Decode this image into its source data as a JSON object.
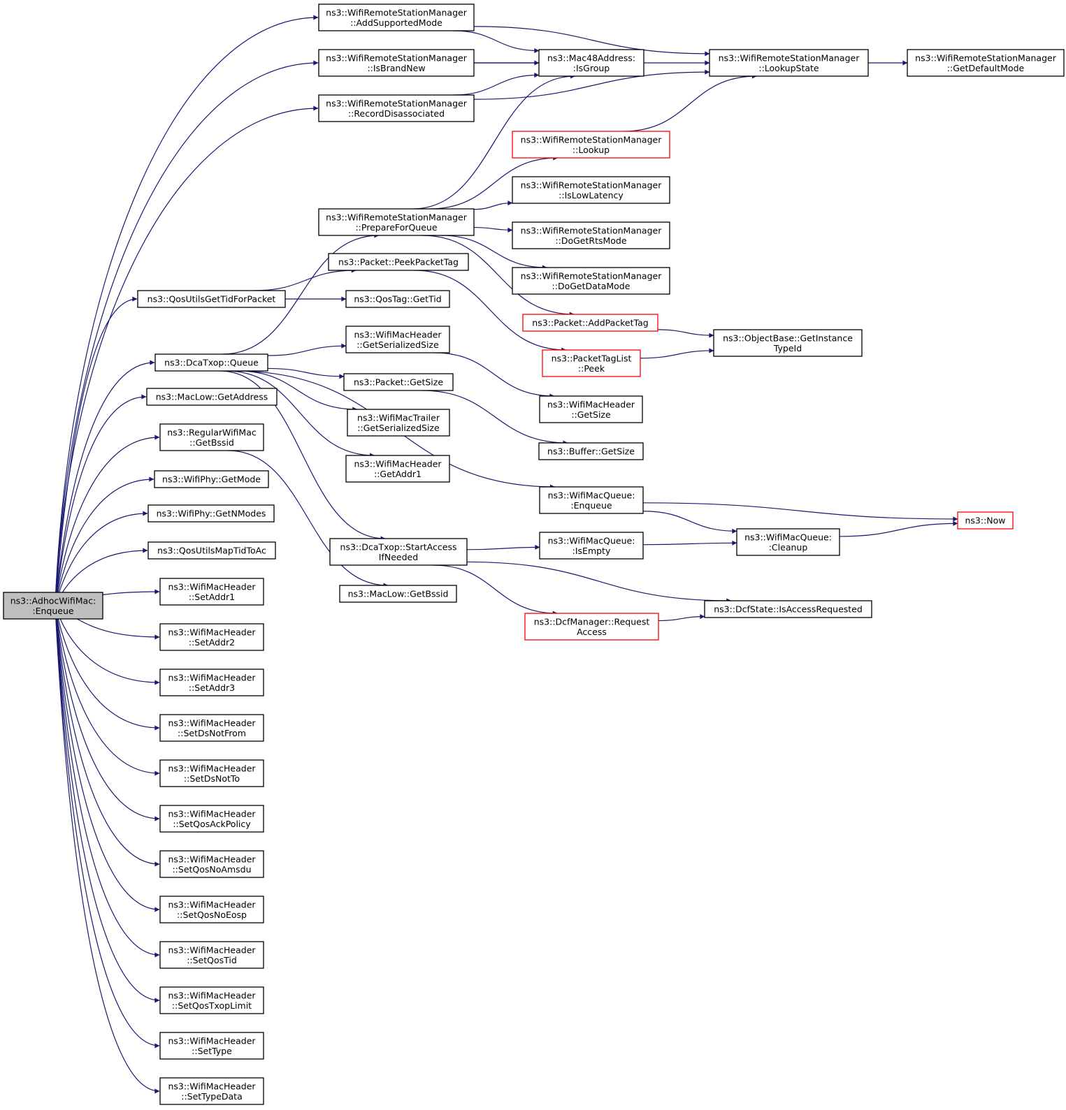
{
  "graph": {
    "root": "enqueue-root",
    "colors": {
      "edge": "#191970",
      "root_fill": "#bfbfbf",
      "node_border": "#000000",
      "truncated_border": "#ff0000",
      "background": "#ffffff"
    },
    "nodes": [
      {
        "id": "enqueue-root",
        "lines": [
          "ns3::AdhocWifiMac:",
          ":Enqueue"
        ],
        "root": true
      },
      {
        "id": "add-supported-mode",
        "lines": [
          "ns3::WifiRemoteStationManager",
          "::AddSupportedMode"
        ]
      },
      {
        "id": "is-brand-new",
        "lines": [
          "ns3::WifiRemoteStationManager",
          "::IsBrandNew"
        ]
      },
      {
        "id": "record-disassociated",
        "lines": [
          "ns3::WifiRemoteStationManager",
          "::RecordDisassociated"
        ]
      },
      {
        "id": "mac48-is-group",
        "lines": [
          "ns3::Mac48Address:",
          ":IsGroup"
        ]
      },
      {
        "id": "lookup-state",
        "lines": [
          "ns3::WifiRemoteStationManager",
          "::LookupState"
        ]
      },
      {
        "id": "get-default-mode",
        "lines": [
          "ns3::WifiRemoteStationManager",
          "::GetDefaultMode"
        ]
      },
      {
        "id": "lookup",
        "lines": [
          "ns3::WifiRemoteStationManager",
          "::Lookup"
        ],
        "truncated": true
      },
      {
        "id": "is-low-latency",
        "lines": [
          "ns3::WifiRemoteStationManager",
          "::IsLowLatency"
        ]
      },
      {
        "id": "prepare-for-queue",
        "lines": [
          "ns3::WifiRemoteStationManager",
          "::PrepareForQueue"
        ]
      },
      {
        "id": "do-get-rts-mode",
        "lines": [
          "ns3::WifiRemoteStationManager",
          "::DoGetRtsMode"
        ]
      },
      {
        "id": "do-get-data-mode",
        "lines": [
          "ns3::WifiRemoteStationManager",
          "::DoGetDataMode"
        ]
      },
      {
        "id": "peek-packet-tag",
        "lines": [
          "ns3::Packet::PeekPacketTag"
        ]
      },
      {
        "id": "qos-utils-get-tid",
        "lines": [
          "ns3::QosUtilsGetTidForPacket"
        ]
      },
      {
        "id": "qos-tag-get-tid",
        "lines": [
          "ns3::QosTag::GetTid"
        ]
      },
      {
        "id": "add-packet-tag",
        "lines": [
          "ns3::Packet::AddPacketTag"
        ],
        "truncated": true
      },
      {
        "id": "get-instance-typeid",
        "lines": [
          "ns3::ObjectBase::GetInstance",
          "TypeId"
        ]
      },
      {
        "id": "mac-header-get-serialized-size",
        "lines": [
          "ns3::WifiMacHeader",
          "::GetSerializedSize"
        ]
      },
      {
        "id": "dca-txop-queue",
        "lines": [
          "ns3::DcaTxop::Queue"
        ]
      },
      {
        "id": "packet-tag-list-peek",
        "lines": [
          "ns3::PacketTagList",
          "::Peek"
        ],
        "truncated": true
      },
      {
        "id": "packet-get-size",
        "lines": [
          "ns3::Packet::GetSize"
        ]
      },
      {
        "id": "mac-low-get-address",
        "lines": [
          "ns3::MacLow::GetAddress"
        ]
      },
      {
        "id": "mac-header-get-size",
        "lines": [
          "ns3::WifiMacHeader",
          "::GetSize"
        ]
      },
      {
        "id": "mac-trailer-get-serialized-size",
        "lines": [
          "ns3::WifiMacTrailer",
          "::GetSerializedSize"
        ]
      },
      {
        "id": "regular-wifi-mac-get-bssid",
        "lines": [
          "ns3::RegularWifiMac",
          "::GetBssid"
        ]
      },
      {
        "id": "buffer-get-size",
        "lines": [
          "ns3::Buffer::GetSize"
        ]
      },
      {
        "id": "mac-header-get-addr1",
        "lines": [
          "ns3::WifiMacHeader",
          "::GetAddr1"
        ]
      },
      {
        "id": "wifi-phy-get-mode",
        "lines": [
          "ns3::WifiPhy::GetMode"
        ]
      },
      {
        "id": "mac-queue-enqueue",
        "lines": [
          "ns3::WifiMacQueue:",
          ":Enqueue"
        ]
      },
      {
        "id": "wifi-phy-get-n-modes",
        "lines": [
          "ns3::WifiPhy::GetNModes"
        ]
      },
      {
        "id": "now",
        "lines": [
          "ns3::Now"
        ],
        "truncated": true
      },
      {
        "id": "mac-queue-cleanup",
        "lines": [
          "ns3::WifiMacQueue:",
          ":Cleanup"
        ]
      },
      {
        "id": "start-access-if-needed",
        "lines": [
          "ns3::DcaTxop::StartAccess",
          "IfNeeded"
        ]
      },
      {
        "id": "mac-queue-is-empty",
        "lines": [
          "ns3::WifiMacQueue:",
          ":IsEmpty"
        ]
      },
      {
        "id": "qos-utils-map-tid-to-ac",
        "lines": [
          "ns3::QosUtilsMapTidToAc"
        ]
      },
      {
        "id": "mac-header-set-addr1",
        "lines": [
          "ns3::WifiMacHeader",
          "::SetAddr1"
        ]
      },
      {
        "id": "mac-low-get-bssid",
        "lines": [
          "ns3::MacLow::GetBssid"
        ]
      },
      {
        "id": "is-access-requested",
        "lines": [
          "ns3::DcfState::IsAccessRequested"
        ]
      },
      {
        "id": "dcf-manager-request-access",
        "lines": [
          "ns3::DcfManager::Request",
          "Access"
        ],
        "truncated": true
      },
      {
        "id": "mac-header-set-addr2",
        "lines": [
          "ns3::WifiMacHeader",
          "::SetAddr2"
        ]
      },
      {
        "id": "mac-header-set-addr3",
        "lines": [
          "ns3::WifiMacHeader",
          "::SetAddr3"
        ]
      },
      {
        "id": "mac-header-set-ds-not-from",
        "lines": [
          "ns3::WifiMacHeader",
          "::SetDsNotFrom"
        ]
      },
      {
        "id": "mac-header-set-ds-not-to",
        "lines": [
          "ns3::WifiMacHeader",
          "::SetDsNotTo"
        ]
      },
      {
        "id": "mac-header-set-qos-ack-policy",
        "lines": [
          "ns3::WifiMacHeader",
          "::SetQosAckPolicy"
        ]
      },
      {
        "id": "mac-header-set-qos-no-amsdu",
        "lines": [
          "ns3::WifiMacHeader",
          "::SetQosNoAmsdu"
        ]
      },
      {
        "id": "mac-header-set-qos-no-eosp",
        "lines": [
          "ns3::WifiMacHeader",
          "::SetQosNoEosp"
        ]
      },
      {
        "id": "mac-header-set-qos-tid",
        "lines": [
          "ns3::WifiMacHeader",
          "::SetQosTid"
        ]
      },
      {
        "id": "mac-header-set-qos-txop-limit",
        "lines": [
          "ns3::WifiMacHeader",
          "::SetQosTxopLimit"
        ]
      },
      {
        "id": "mac-header-set-type",
        "lines": [
          "ns3::WifiMacHeader",
          "::SetType"
        ]
      },
      {
        "id": "mac-header-set-type-data",
        "lines": [
          "ns3::WifiMacHeader",
          "::SetTypeData"
        ]
      }
    ],
    "edges": [
      [
        "enqueue-root",
        "add-supported-mode"
      ],
      [
        "enqueue-root",
        "is-brand-new"
      ],
      [
        "enqueue-root",
        "record-disassociated"
      ],
      [
        "enqueue-root",
        "qos-utils-get-tid"
      ],
      [
        "enqueue-root",
        "dca-txop-queue"
      ],
      [
        "enqueue-root",
        "mac-low-get-address"
      ],
      [
        "enqueue-root",
        "regular-wifi-mac-get-bssid"
      ],
      [
        "enqueue-root",
        "wifi-phy-get-mode"
      ],
      [
        "enqueue-root",
        "wifi-phy-get-n-modes"
      ],
      [
        "enqueue-root",
        "qos-utils-map-tid-to-ac"
      ],
      [
        "enqueue-root",
        "mac-header-set-addr1"
      ],
      [
        "enqueue-root",
        "mac-header-set-addr2"
      ],
      [
        "enqueue-root",
        "mac-header-set-addr3"
      ],
      [
        "enqueue-root",
        "mac-header-set-ds-not-from"
      ],
      [
        "enqueue-root",
        "mac-header-set-ds-not-to"
      ],
      [
        "enqueue-root",
        "mac-header-set-qos-ack-policy"
      ],
      [
        "enqueue-root",
        "mac-header-set-qos-no-amsdu"
      ],
      [
        "enqueue-root",
        "mac-header-set-qos-no-eosp"
      ],
      [
        "enqueue-root",
        "mac-header-set-qos-tid"
      ],
      [
        "enqueue-root",
        "mac-header-set-qos-txop-limit"
      ],
      [
        "enqueue-root",
        "mac-header-set-type"
      ],
      [
        "enqueue-root",
        "mac-header-set-type-data"
      ],
      [
        "add-supported-mode",
        "mac48-is-group"
      ],
      [
        "add-supported-mode",
        "lookup-state"
      ],
      [
        "is-brand-new",
        "mac48-is-group"
      ],
      [
        "is-brand-new",
        "lookup-state"
      ],
      [
        "record-disassociated",
        "mac48-is-group"
      ],
      [
        "record-disassociated",
        "lookup-state"
      ],
      [
        "lookup-state",
        "get-default-mode"
      ],
      [
        "lookup",
        "lookup-state"
      ],
      [
        "prepare-for-queue",
        "mac48-is-group"
      ],
      [
        "prepare-for-queue",
        "lookup"
      ],
      [
        "prepare-for-queue",
        "is-low-latency"
      ],
      [
        "prepare-for-queue",
        "do-get-rts-mode"
      ],
      [
        "prepare-for-queue",
        "do-get-data-mode"
      ],
      [
        "prepare-for-queue",
        "add-packet-tag"
      ],
      [
        "qos-utils-get-tid",
        "peek-packet-tag"
      ],
      [
        "qos-utils-get-tid",
        "qos-tag-get-tid"
      ],
      [
        "peek-packet-tag",
        "packet-tag-list-peek"
      ],
      [
        "add-packet-tag",
        "get-instance-typeid"
      ],
      [
        "packet-tag-list-peek",
        "get-instance-typeid"
      ],
      [
        "dca-txop-queue",
        "prepare-for-queue"
      ],
      [
        "dca-txop-queue",
        "mac-header-get-serialized-size"
      ],
      [
        "dca-txop-queue",
        "packet-get-size"
      ],
      [
        "dca-txop-queue",
        "mac-trailer-get-serialized-size"
      ],
      [
        "dca-txop-queue",
        "mac-header-get-addr1"
      ],
      [
        "dca-txop-queue",
        "mac-queue-enqueue"
      ],
      [
        "dca-txop-queue",
        "start-access-if-needed"
      ],
      [
        "mac-header-get-serialized-size",
        "mac-header-get-size"
      ],
      [
        "packet-get-size",
        "buffer-get-size"
      ],
      [
        "regular-wifi-mac-get-bssid",
        "mac-low-get-bssid"
      ],
      [
        "mac-queue-enqueue",
        "now"
      ],
      [
        "mac-queue-enqueue",
        "mac-queue-cleanup"
      ],
      [
        "mac-queue-cleanup",
        "now"
      ],
      [
        "start-access-if-needed",
        "mac-queue-is-empty"
      ],
      [
        "start-access-if-needed",
        "is-access-requested"
      ],
      [
        "start-access-if-needed",
        "dcf-manager-request-access"
      ],
      [
        "mac-queue-is-empty",
        "mac-queue-cleanup"
      ],
      [
        "dcf-manager-request-access",
        "is-access-requested"
      ]
    ]
  }
}
